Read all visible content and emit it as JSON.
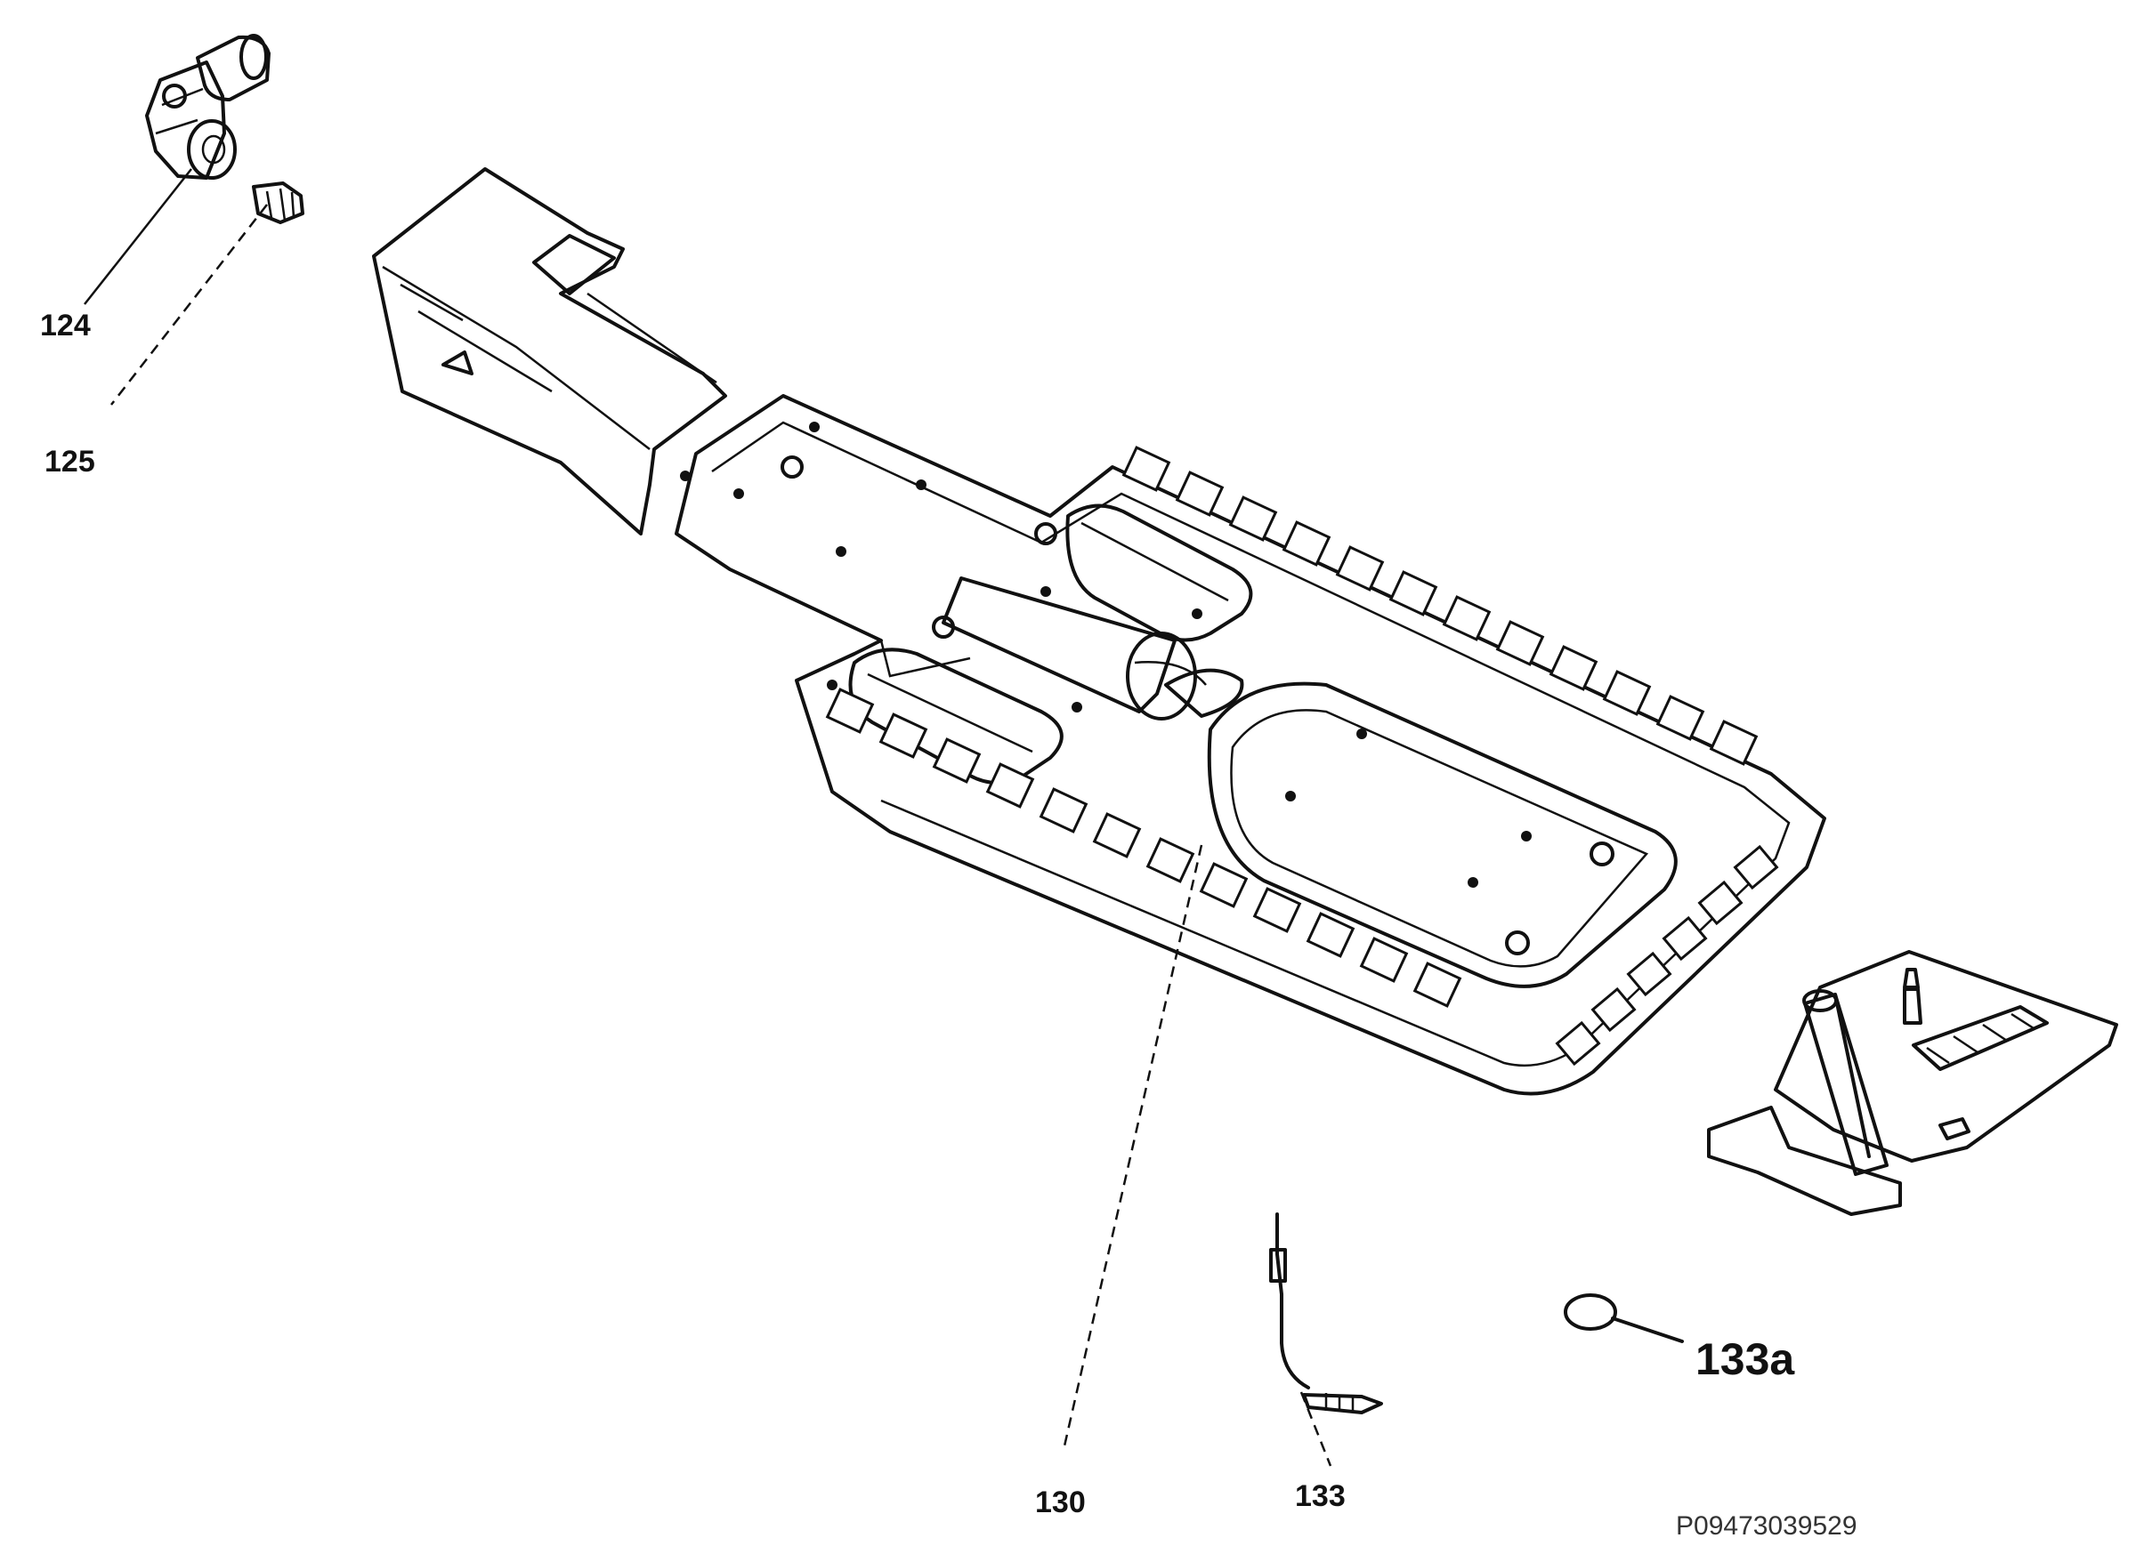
{
  "callouts": {
    "c124": "124",
    "c125": "125",
    "c130": "130",
    "c133": "133",
    "c133a": "133a"
  },
  "document_id": "P09473039529",
  "colors": {
    "line": "#111111",
    "background": "#ffffff"
  }
}
